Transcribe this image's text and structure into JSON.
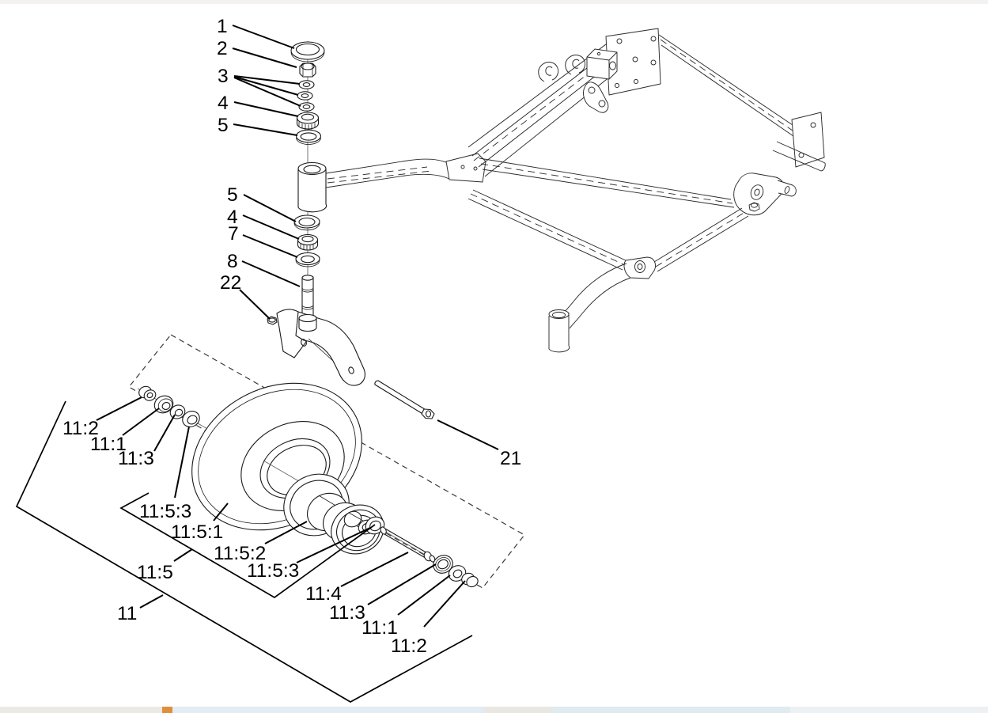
{
  "colors": {
    "background": "#ffffff",
    "line_art": "#1a1a1a",
    "leader": "#000000",
    "label": "#000000",
    "top_band": "#f3f2f0"
  },
  "callouts": [
    {
      "text": "1"
    },
    {
      "text": "2"
    },
    {
      "text": "3"
    },
    {
      "text": "4"
    },
    {
      "text": "5"
    },
    {
      "text": "5"
    },
    {
      "text": "4"
    },
    {
      "text": "7"
    },
    {
      "text": "8"
    },
    {
      "text": "22"
    },
    {
      "text": "21"
    },
    {
      "text": "11:2"
    },
    {
      "text": "11:1"
    },
    {
      "text": "11:3"
    },
    {
      "text": "11:5:3"
    },
    {
      "text": "11:5:1"
    },
    {
      "text": "11:5:2"
    },
    {
      "text": "11:5:3"
    },
    {
      "text": "11:5"
    },
    {
      "text": "11"
    },
    {
      "text": "11:4"
    },
    {
      "text": "11:3"
    },
    {
      "text": "11:1"
    },
    {
      "text": "11:2"
    }
  ],
  "bottom_strip": [
    {
      "c": "#ebe9e4"
    },
    {
      "c": "#e08e3c"
    },
    {
      "c": "#e2ecf2"
    },
    {
      "c": "#e9e7e2"
    },
    {
      "c": "#dfeaf1"
    },
    {
      "c": "#edf1f4"
    }
  ]
}
